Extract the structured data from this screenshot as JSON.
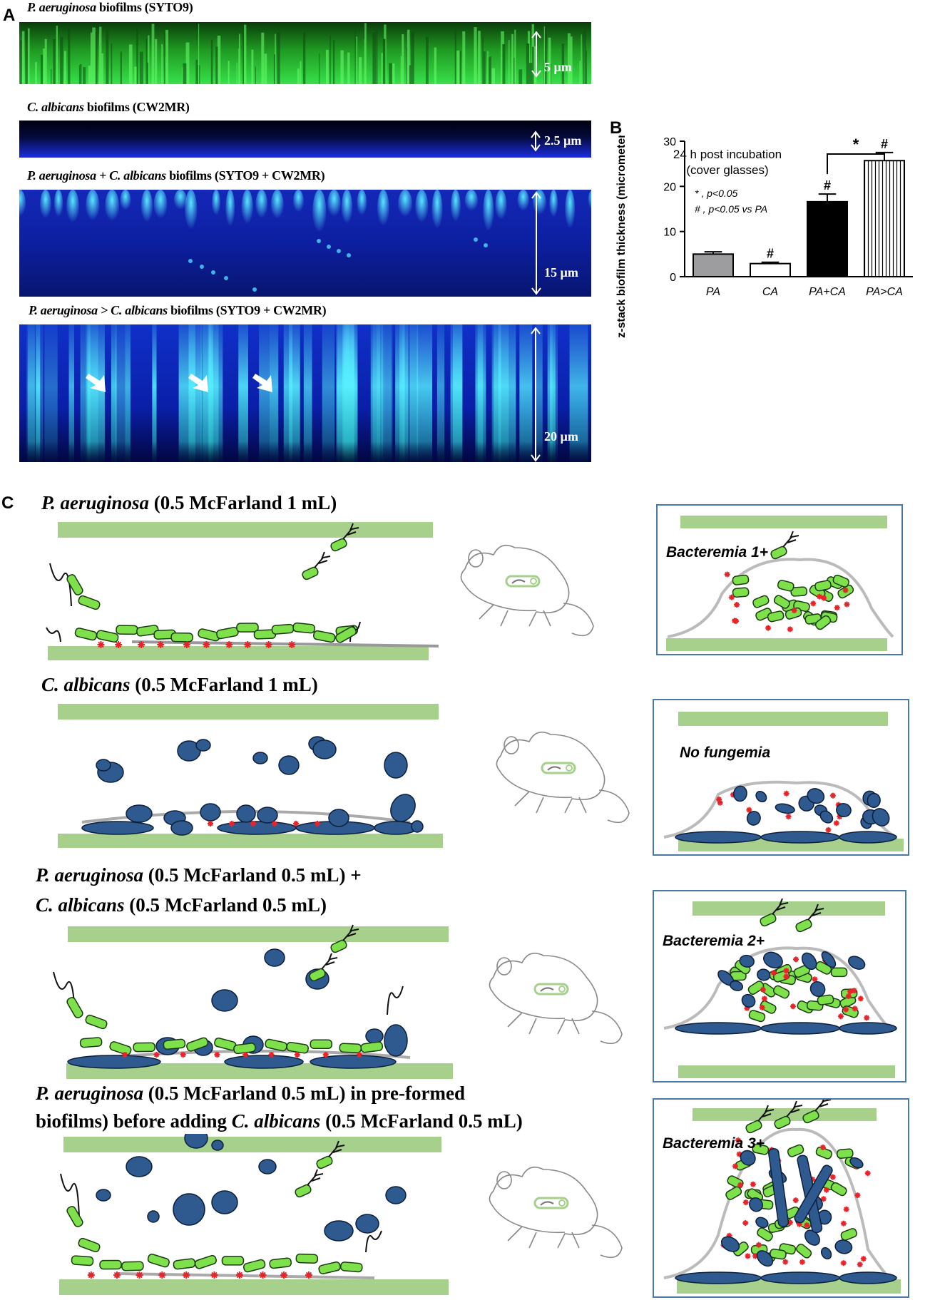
{
  "panel_a": {
    "letter": "A",
    "strips": [
      {
        "title_italic": "P. aeruginosa",
        "title_rest": " biofilms (SYTO9)",
        "measure": "5 µm"
      },
      {
        "title_italic": "C. albicans",
        "title_rest": " biofilms (CW2MR)",
        "measure": "2.5 µm"
      },
      {
        "title_italic": "P. aeruginosa + C. albicans",
        "title_rest": " biofilms (SYTO9 + CW2MR)",
        "measure": "15 µm"
      },
      {
        "title_italic": "P. aeruginosa > C. albicans",
        "title_rest": " biofilms (SYTO9 + CW2MR)",
        "measure": "20 µm"
      }
    ]
  },
  "panel_b": {
    "letter": "B",
    "annotation_line1": "24 h post incubation",
    "annotation_line2": "(cover glasses)",
    "legend_star": "* , p<0.05",
    "legend_hash": "# , p<0.05 vs PA",
    "bracket_star": "*",
    "chart_data": {
      "type": "bar",
      "categories": [
        "PA",
        "CA",
        "PA+CA",
        "PA>CA"
      ],
      "values": [
        5.0,
        2.9,
        16.6,
        25.7
      ],
      "errors": [
        0.5,
        0.3,
        1.7,
        1.8
      ],
      "markers": [
        "",
        "#",
        "#",
        "#"
      ],
      "ylabel": "z-stack biofilm thickness (micrometer)",
      "ylim": [
        0,
        30
      ],
      "yticks": [
        0,
        10,
        20,
        30
      ],
      "bar_fills": [
        "gray",
        "white",
        "black",
        "vertical-stripes"
      ]
    }
  },
  "panel_c": {
    "letter": "C",
    "rows": [
      {
        "title_italic": "P. aeruginosa",
        "title_rest": " (0.5 McFarland 1 mL)",
        "inset_label": "Bacteremia 1+"
      },
      {
        "title_italic": "C. albicans",
        "title_rest": " (0.5 McFarland 1 mL)",
        "inset_label": "No fungemia"
      },
      {
        "title_italic": "P. aeruginosa",
        "title_rest": " (0.5 McFarland 0.5 mL) +",
        "title2_italic": "C. albicans",
        "title2_rest": " (0.5 McFarland 0.5 mL)",
        "inset_label": "Bacteremia 2+"
      },
      {
        "title_rest_pre": "",
        "title_italic": "P. aeruginosa",
        "title_rest": " (0.5 McFarland 0.5 mL) in pre-formed",
        "title2_pre": "biofilms) before adding ",
        "title2_italic": "C. albicans",
        "title2_rest": " (0.5 McFarland 0.5 mL)",
        "inset_label": "Bacteremia 3+"
      }
    ]
  },
  "colors": {
    "plate_green": "#a6d08b",
    "bacteria_green": "#7ee04a",
    "yeast_blue": "#2f5a90",
    "spot_red": "#e8242a",
    "inset_border": "#4a78a8"
  }
}
